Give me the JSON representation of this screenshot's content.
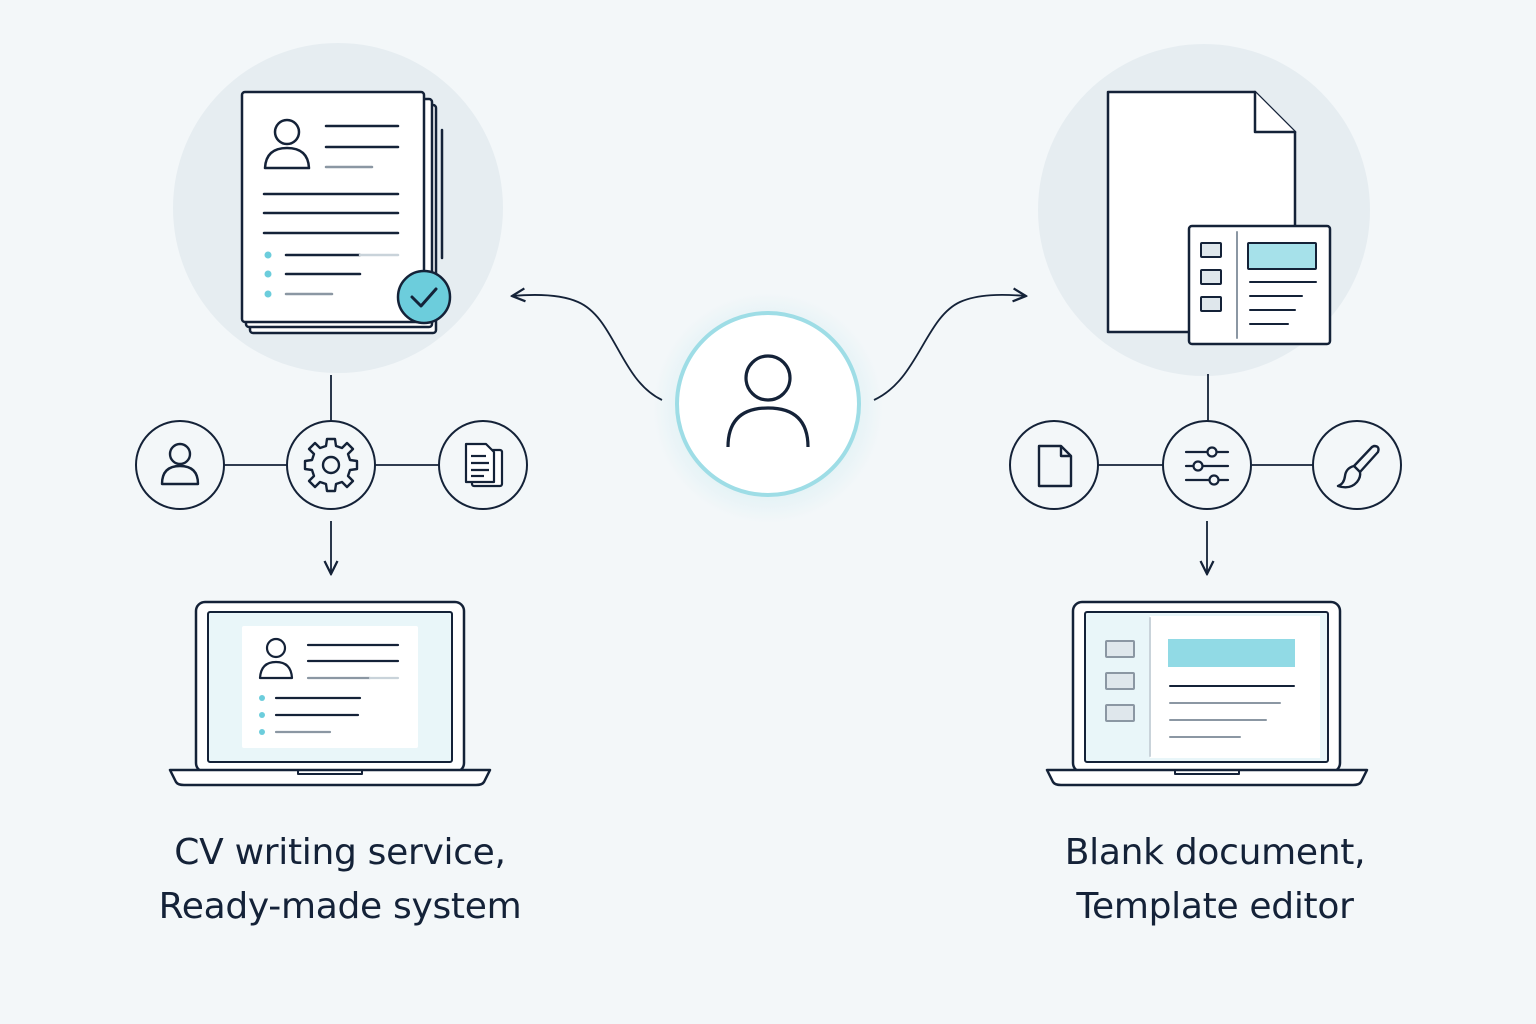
{
  "left_option": {
    "caption_line1": "CV writing service,",
    "caption_line2": "Ready-made system",
    "step_icons": [
      "user-icon",
      "gear-icon",
      "documents-icon"
    ],
    "hero_icon": "resume-stack-with-check-icon",
    "device_icon": "laptop-with-resume-icon"
  },
  "right_option": {
    "caption_line1": "Blank document,",
    "caption_line2": "Template editor",
    "step_icons": [
      "document-icon",
      "sliders-icon",
      "paintbrush-icon"
    ],
    "hero_icon": "blank-page-with-template-panel-icon",
    "device_icon": "laptop-with-template-editor-icon"
  },
  "center": {
    "icon": "user-icon"
  },
  "colors": {
    "background": "#f3f7f9",
    "stroke": "#142238",
    "accent": "#6ccddc",
    "accent_light": "#a6e1ea",
    "halo": "#e6edf1",
    "muted_line": "#c9d3da"
  }
}
